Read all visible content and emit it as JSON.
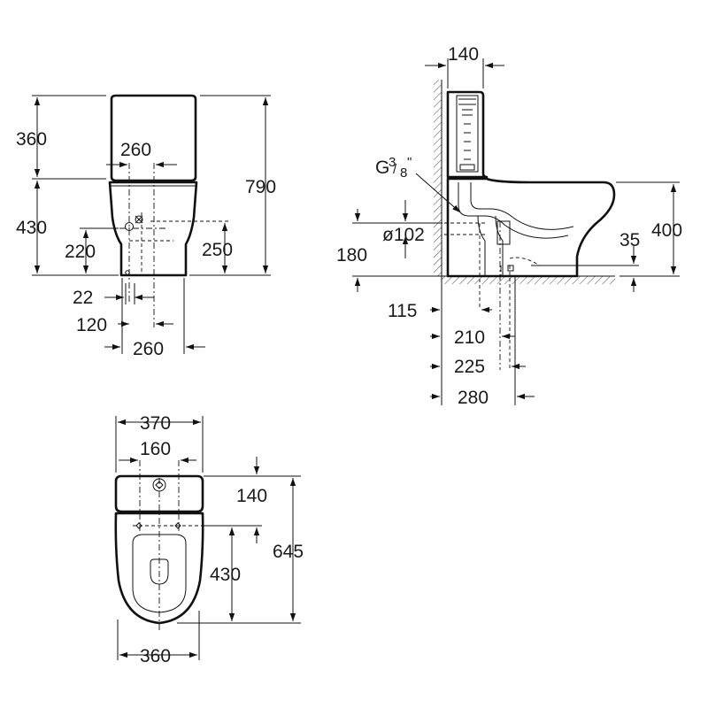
{
  "front_view": {
    "tank_height": "360",
    "bowl_height": "430",
    "total_height": "790",
    "fixing_width": "260",
    "inlet_height": "220",
    "outlet_height": "250",
    "offset_small": "22",
    "offset_medium": "120",
    "base_width": "260"
  },
  "side_view": {
    "top_depth": "140",
    "inlet_thread_base": "G",
    "inlet_thread_num": "3",
    "inlet_thread_den": "8",
    "inlet_thread_unit": "\"",
    "pipe_diameter": "ø102",
    "pipe_height": "180",
    "seat_height": "400",
    "floor_offset": "35",
    "wall_distance_1": "115",
    "wall_distance_2": "210",
    "wall_distance_3": "225",
    "wall_distance_4": "280"
  },
  "top_view": {
    "tank_width": "370",
    "hole_spacing": "160",
    "tank_depth": "140",
    "total_depth": "645",
    "bowl_depth": "430",
    "bowl_width": "360"
  }
}
